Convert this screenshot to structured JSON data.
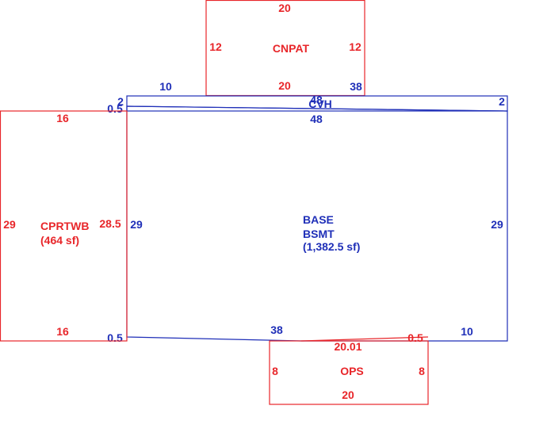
{
  "colors": {
    "red": "#e8262a",
    "blue": "#1f2fb8"
  },
  "cnpat": {
    "name": "CNPAT",
    "top": "20",
    "left": "12",
    "right": "12",
    "bottom": "20"
  },
  "cvh": {
    "name": "CVH",
    "left_top": "10",
    "right_top": "38",
    "left": "2",
    "right": "2",
    "top": "48",
    "bottom": "48"
  },
  "base": {
    "name": "BASE",
    "sub": "BSMT",
    "area": "(1,382.5 sf)",
    "left": "29",
    "right": "29",
    "left_top_offset": "0.5",
    "left_bottom_offset": "0.5",
    "bottom_left": "38",
    "bottom_right": "10"
  },
  "cprtwb": {
    "name": "CPRTWB",
    "area": "(464 sf)",
    "top": "16",
    "bottom": "16",
    "left": "29",
    "right": "28.5"
  },
  "ops": {
    "name": "OPS",
    "top": "20.01",
    "top_right": "0.5",
    "left": "8",
    "right": "8",
    "bottom": "20"
  }
}
